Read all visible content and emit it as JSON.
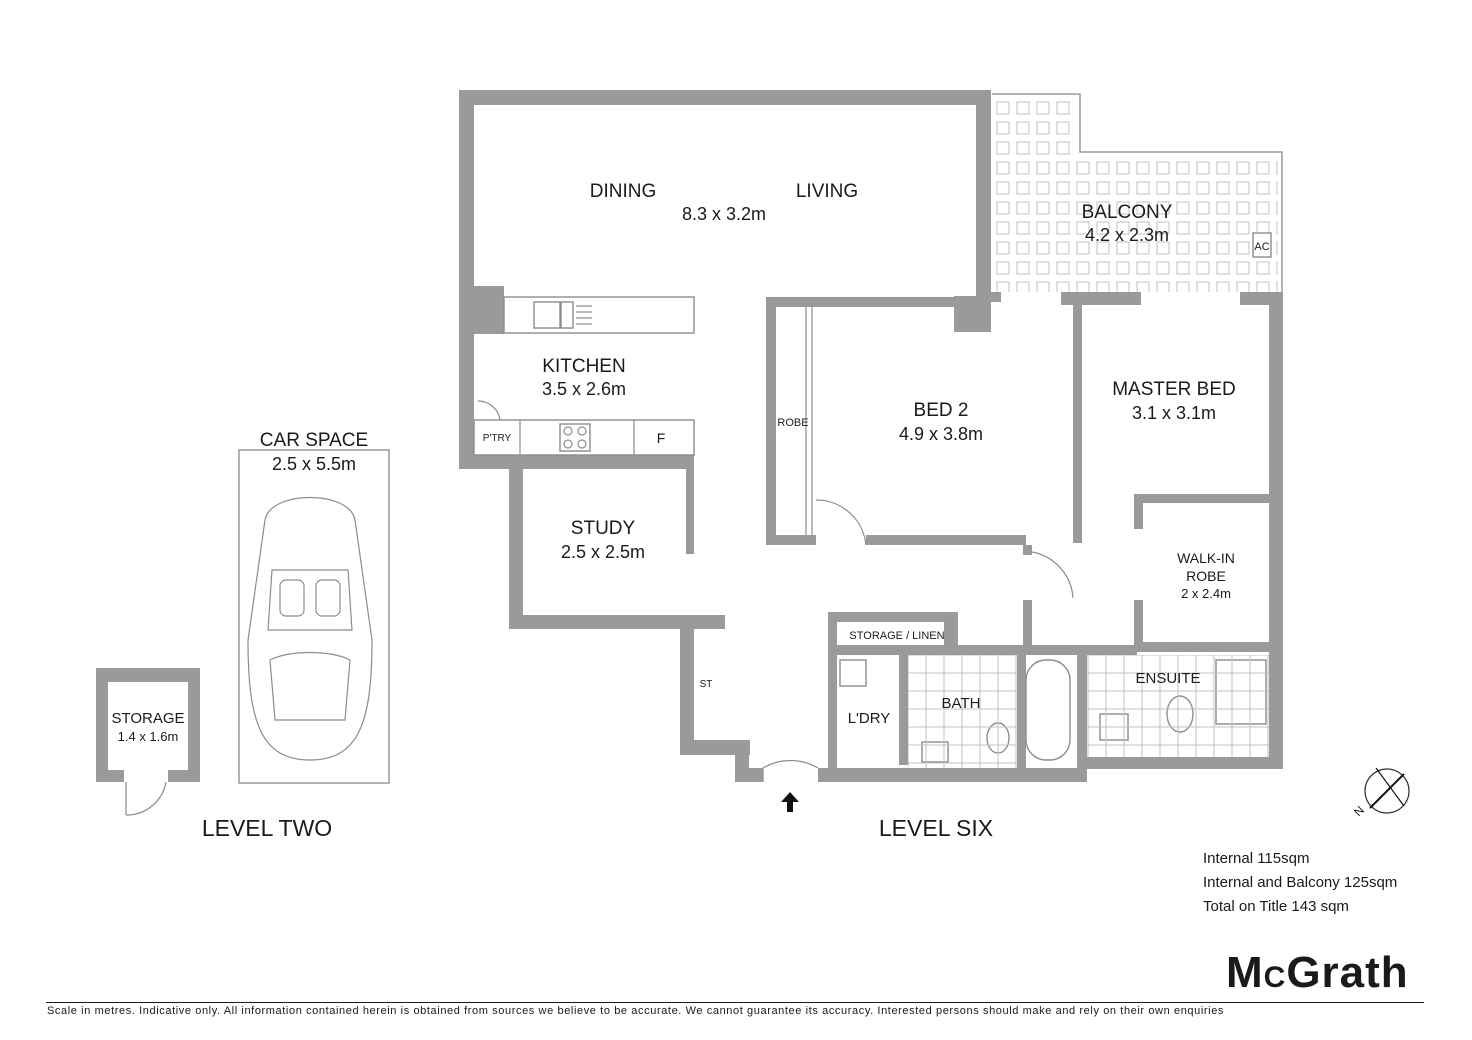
{
  "rooms": {
    "dining": "DINING",
    "living": "LIVING",
    "living_dims": "8.3 x 3.2m",
    "balcony": "BALCONY",
    "balcony_dims": "4.2 x 2.3m",
    "ac": "AC",
    "kitchen": "KITCHEN",
    "kitchen_dims": "3.5 x 2.6m",
    "pantry": "P'TRY",
    "fridge": "F",
    "robe": "ROBE",
    "bed2": "BED 2",
    "bed2_dims": "4.9 x 3.8m",
    "master": "MASTER BED",
    "master_dims": "3.1 x 3.1m",
    "walkin_1": "WALK-IN",
    "walkin_2": "ROBE",
    "walkin_dims": "2 x 2.4m",
    "study": "STUDY",
    "study_dims": "2.5 x 2.5m",
    "storage_linen": "STORAGE / LINEN",
    "st": "ST",
    "laundry": "L'DRY",
    "bath": "BATH",
    "ensuite": "ENSUITE",
    "car_space": "CAR SPACE",
    "car_dims": "2.5 x 5.5m",
    "storage": "STORAGE",
    "storage_dims": "1.4 x 1.6m"
  },
  "levels": {
    "level_two": "LEVEL TWO",
    "level_six": "LEVEL SIX"
  },
  "compass": {
    "north": "N"
  },
  "areas": {
    "internal": "Internal 115sqm",
    "internal_balcony": "Internal and Balcony 125sqm",
    "total": "Total on Title 143 sqm"
  },
  "brand": {
    "logo_m": "M",
    "logo_c": "C",
    "logo_rest": "Grath"
  },
  "footer": {
    "disclaimer": "Scale in metres. Indicative only. All information contained herein is obtained from sources we believe to be accurate. We cannot guarantee its accuracy. Interested persons should make and rely on their own enquiries"
  },
  "colors": {
    "wall": "#9a9a9a",
    "text": "#1a1a1a",
    "background": "#ffffff"
  }
}
